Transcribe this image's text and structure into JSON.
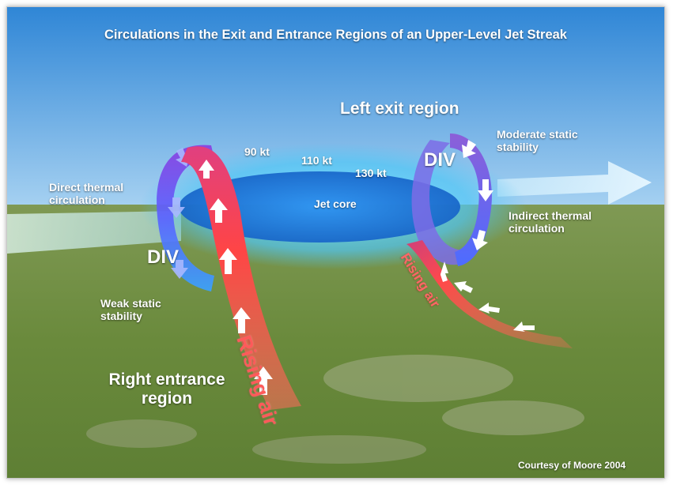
{
  "title": "Circulations in the Exit and Entrance Regions of an Upper-Level Jet Streak",
  "labels": {
    "left_exit": "Left exit region",
    "right_entrance_1": "Right entrance",
    "right_entrance_2": "region",
    "speed_90": "90 kt",
    "speed_110": "110 kt",
    "speed_130": "130 kt",
    "jet_core": "Jet core",
    "div_left": "DIV",
    "div_right": "DIV",
    "direct_1": "Direct thermal",
    "direct_2": "circulation",
    "indirect_1": "Indirect thermal",
    "indirect_2": "circulation",
    "moderate_1": "Moderate static",
    "moderate_2": "stability",
    "weak_1": "Weak static",
    "weak_2": "stability",
    "rising_left": "Rising air",
    "rising_right": "Rising air",
    "credit": "Courtesy of Moore 2004"
  },
  "colors": {
    "sky_top": "#2f86d6",
    "sky_bottom": "#a9d3f2",
    "ground": "#6d8a3f",
    "jet_core": "#1f7fe0",
    "jet_glow": "#63d2ff",
    "rising": "#ff4b4b",
    "sinking": "#5a66ff"
  }
}
